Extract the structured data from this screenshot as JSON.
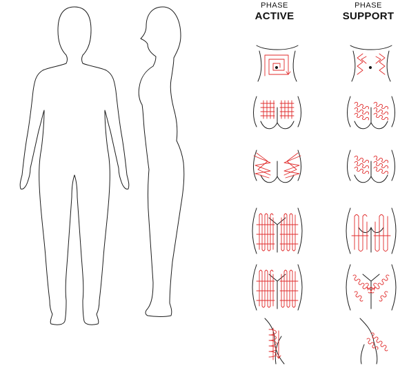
{
  "headers": {
    "active": {
      "phase": "PHASE",
      "name": "ACTIVE"
    },
    "support": {
      "phase": "PHASE",
      "name": "SUPPORT"
    }
  },
  "figures": [
    {
      "id": "front",
      "view": "front"
    },
    {
      "id": "side",
      "view": "side"
    }
  ],
  "rows": [
    {
      "region": "abdomen",
      "active": "square-spiral",
      "support": "zigzag"
    },
    {
      "region": "buttocks-upper",
      "active": "grid",
      "support": "loops"
    },
    {
      "region": "hips-sides",
      "active": "criss-cross",
      "support": "loops"
    },
    {
      "region": "thighs-back",
      "active": "serpentine",
      "support": "serpentine-sparse"
    },
    {
      "region": "thighs-front",
      "active": "serpentine",
      "support": "loops-diagonal"
    },
    {
      "region": "arm",
      "active": "serpentine-curve",
      "support": "loops-line"
    }
  ],
  "colors": {
    "outline": "#1a1a1a",
    "stroke": "#e02a2a"
  }
}
